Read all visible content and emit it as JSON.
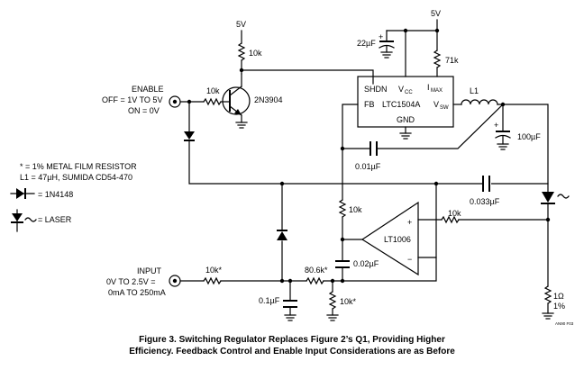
{
  "supplies": {
    "v5_left": "5V",
    "v5_right": "5V"
  },
  "resistors": {
    "r_q1_pullup": "10k",
    "r_enable": "10k",
    "r_imax": "71k",
    "r_fb": "10k",
    "r_amp_in": "10k",
    "r_input": "10k*",
    "r_80k6": "80.6k*",
    "r_gnd_10k": "10k*",
    "r_sense_value": "1Ω",
    "r_sense_tol": "1%"
  },
  "capacitors": {
    "c_22u": "22µF",
    "c_100u": "100µF",
    "c_0_01u": "0.01µF",
    "c_0_033u": "0.033µF",
    "c_0_02u": "0.02µF",
    "c_0_1u": "0.1µF",
    "polarity": "+"
  },
  "transistor": {
    "name": "2N3904"
  },
  "inductor": {
    "name": "L1"
  },
  "regulator": {
    "name": "LTC1504A",
    "pin_shdn": "SHDN",
    "pin_vcc": "V",
    "pin_vcc_sub": "CC",
    "pin_imax": "I",
    "pin_imax_sub": "MAX",
    "pin_fb": "FB",
    "pin_vsw": "V",
    "pin_vsw_sub": "SW",
    "pin_gnd": "GND"
  },
  "opamp": {
    "name": "LT1006",
    "plus": "+",
    "minus": "−"
  },
  "enable": {
    "title": "ENABLE",
    "off": "OFF = 1V TO 5V",
    "on": "ON = 0V"
  },
  "input": {
    "title": "INPUT",
    "range": "0V TO 2.5V =",
    "current": "0mA TO 250mA"
  },
  "legend": {
    "resistor_note": "* = 1% METAL FILM RESISTOR",
    "inductor_note": "L1 = 47µH, SUMIDA CD54-470",
    "diode_note": "= 1N4148",
    "laser_note": "= LASER"
  },
  "figure_id": "AN90 F03",
  "caption": {
    "line1": "Figure 3. Switching Regulator Replaces Figure 2’s Q1, Providing Higher",
    "line2": "Efficiency. Feedback Control and Enable Input Considerations are as Before"
  }
}
